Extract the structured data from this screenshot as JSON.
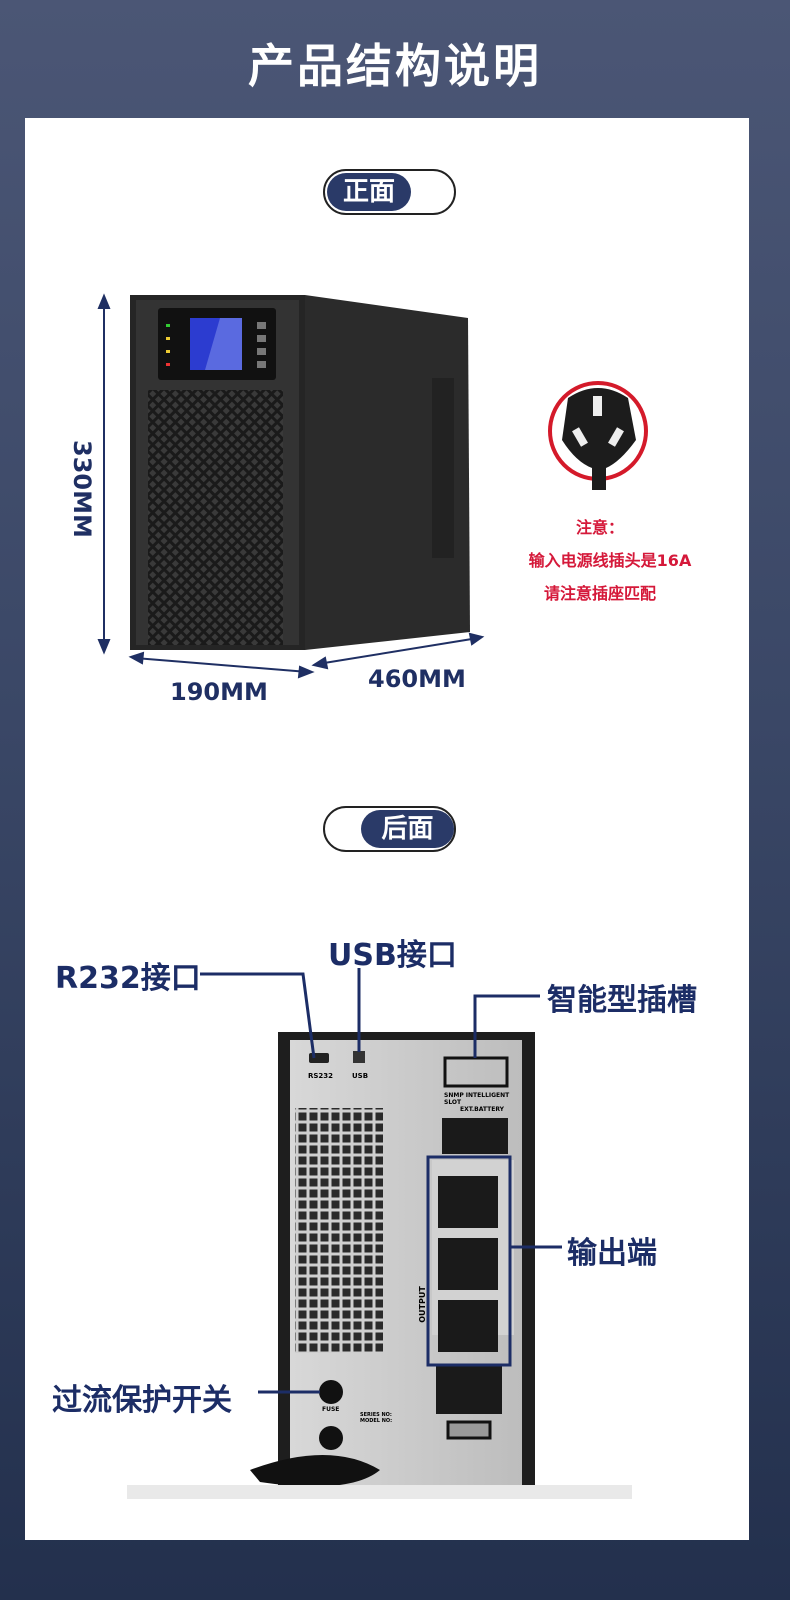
{
  "title": "产品结构说明",
  "front": {
    "section_label": "正面",
    "height_dim": "330MM",
    "width_dim": "190MM",
    "depth_dim": "460MM",
    "notice": {
      "heading": "注意：",
      "line1": "输入电源线插头是16A",
      "line2": "请注意插座匹配"
    }
  },
  "rear": {
    "section_label": "后面",
    "callouts": {
      "rs232": "R232接口",
      "usb": "USB接口",
      "smart_slot": "智能型插槽",
      "output": "输出端",
      "overcurrent": "过流保护开关"
    },
    "panel_text": {
      "rs232": "RS232",
      "usb": "USB",
      "snmp": "SNMP INTELLIGENT SLOT",
      "ext_battery": "EXT.BATTERY",
      "output": "OUTPUT",
      "fuse": "FUSE",
      "series": "SERIES NO:",
      "model": "MODEL NO:"
    }
  },
  "colors": {
    "accent": "#1c2d66",
    "warning": "#d5193a",
    "background": "#3a4766"
  }
}
